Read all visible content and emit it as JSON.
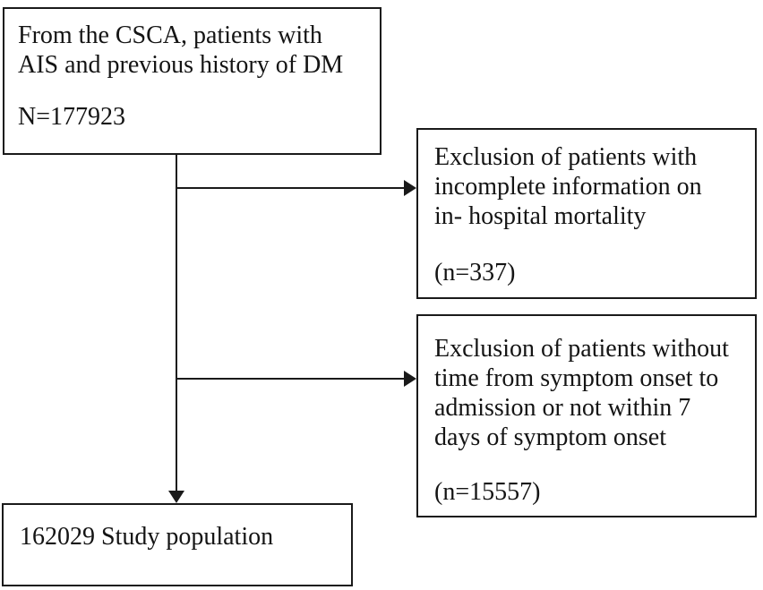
{
  "diagram": {
    "type": "flowchart",
    "background_color": "#ffffff",
    "line_color": "#1a1a1a",
    "boxes": {
      "source": {
        "lines": [
          "From the CSCA, patients with",
          "AIS and previous history of DM"
        ],
        "count": "N=177923"
      },
      "exclusion1": {
        "lines": [
          "Exclusion of patients with",
          "incomplete information on",
          "in- hospital mortality"
        ],
        "count": "(n=337)"
      },
      "exclusion2": {
        "lines": [
          "Exclusion of patients without",
          "time from symptom onset to",
          "admission or not within 7",
          "days of symptom onset"
        ],
        "count": "(n=15557)"
      },
      "population": {
        "label": "162029 Study population"
      }
    }
  }
}
